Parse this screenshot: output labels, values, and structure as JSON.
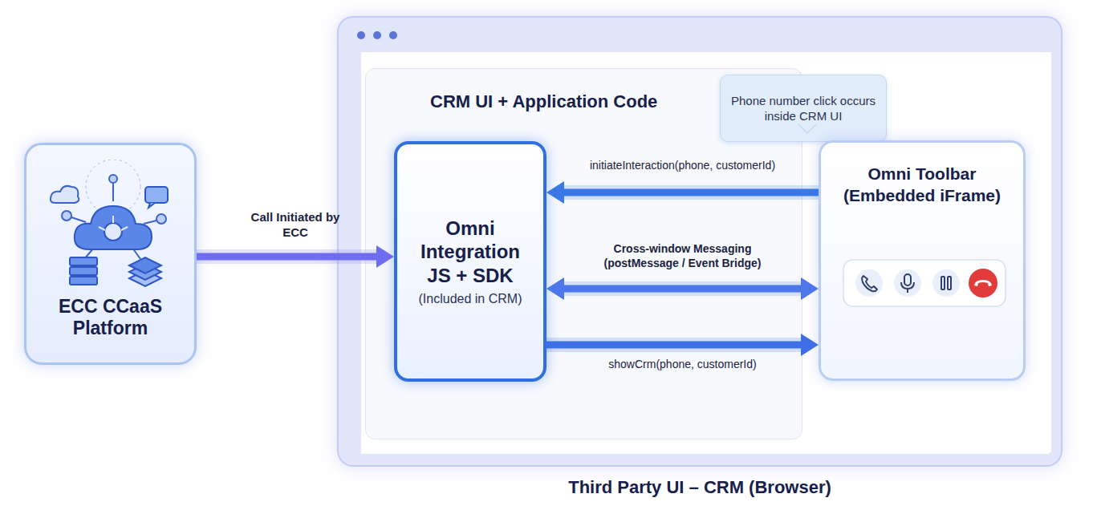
{
  "diagram": {
    "nodes": [
      {
        "text": [
          "ECC CCaaS Platform"
        ]
      },
      {
        "text": [
          "Third Party UI – CRM (Browser)"
        ]
      },
      {
        "text": [
          "CRM UI + Application Code"
        ],
        "in": 1
      },
      {
        "text": [
          "Omni Integration JS + SDK",
          "(Included in CRM)"
        ],
        "in": 2
      },
      {
        "text": [
          "Phone number click occurs inside CRM UI"
        ],
        "in": 1
      },
      {
        "text": [
          "Omni Toolbar (Embedded iFrame)"
        ],
        "in": 1
      }
    ],
    "edges": [
      {
        "from": 0,
        "to": 3,
        "label": "Call Initiated by ECC",
        "arrow": "to"
      },
      {
        "from": 5,
        "to": 3,
        "label": "initiateInteraction(phone, customerId)",
        "arrow": "to"
      },
      {
        "from": 3,
        "to": 5,
        "label": "Cross-window Messaging (postMessage / Event Bridge)",
        "arrow": "both"
      },
      {
        "from": 3,
        "to": 5,
        "label": "showCrm(phone, customerId)",
        "arrow": "to"
      }
    ]
  }
}
